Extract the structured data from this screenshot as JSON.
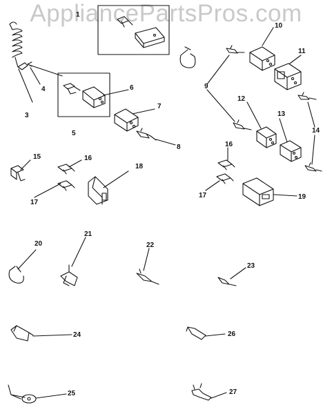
{
  "watermark": "AppliancePartsPros.com",
  "callouts": [
    {
      "id": "c1",
      "text": "1"
    },
    {
      "id": "c3",
      "text": "3"
    },
    {
      "id": "c4",
      "text": "4"
    },
    {
      "id": "c5",
      "text": "5"
    },
    {
      "id": "c6",
      "text": "6"
    },
    {
      "id": "c7",
      "text": "7"
    },
    {
      "id": "c8",
      "text": "8"
    },
    {
      "id": "c9",
      "text": "9"
    },
    {
      "id": "c10",
      "text": "10"
    },
    {
      "id": "c11",
      "text": "11"
    },
    {
      "id": "c12",
      "text": "12"
    },
    {
      "id": "c13",
      "text": "13"
    },
    {
      "id": "c14",
      "text": "14"
    },
    {
      "id": "c15",
      "text": "15"
    },
    {
      "id": "c16a",
      "text": "16"
    },
    {
      "id": "c16b",
      "text": "16"
    },
    {
      "id": "c17a",
      "text": "17"
    },
    {
      "id": "c17b",
      "text": "17"
    },
    {
      "id": "c18",
      "text": "18"
    },
    {
      "id": "c19",
      "text": "19"
    },
    {
      "id": "c20",
      "text": "20"
    },
    {
      "id": "c21",
      "text": "21"
    },
    {
      "id": "c22",
      "text": "22"
    },
    {
      "id": "c23",
      "text": "23"
    },
    {
      "id": "c24",
      "text": "24"
    },
    {
      "id": "c25",
      "text": "25"
    },
    {
      "id": "c26",
      "text": "26"
    },
    {
      "id": "c27",
      "text": "27"
    }
  ]
}
